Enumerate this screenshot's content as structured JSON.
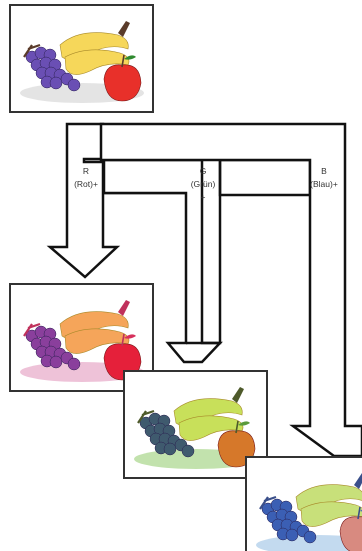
{
  "labels": {
    "r_letter": "R",
    "r_name": "(Rot)+",
    "g_letter": "G",
    "g_name": "(Grün)",
    "g_plus": "+",
    "b_letter": "B",
    "b_name": "(Blau)+"
  },
  "images": [
    {
      "name": "fruit-original",
      "colors": {
        "grape": "#6a4fb4",
        "banana": "#f6d75a",
        "apple": "#e8302a",
        "shadow": "#d9d9d9",
        "stem": "#5a3b2a",
        "leaf": "#2f8a2f"
      }
    },
    {
      "name": "fruit-red-channel",
      "colors": {
        "grape": "#8a3f9c",
        "banana": "#f5a55a",
        "apple": "#e5203a",
        "shadow": "#e7a8c8",
        "stem": "#c0315c",
        "leaf": "#d6305c"
      }
    },
    {
      "name": "fruit-green-channel",
      "colors": {
        "grape": "#3f5a6e",
        "banana": "#c8e05a",
        "apple": "#d6782a",
        "shadow": "#a8d68a",
        "stem": "#4e5a2a",
        "leaf": "#5a9a3a"
      }
    },
    {
      "name": "fruit-blue-channel",
      "colors": {
        "grape": "#3b5fb4",
        "banana": "#c8e07a",
        "apple": "#d88a80",
        "shadow": "#aacbe8",
        "stem": "#3a4f8a",
        "leaf": "#4a6fb0"
      }
    }
  ]
}
